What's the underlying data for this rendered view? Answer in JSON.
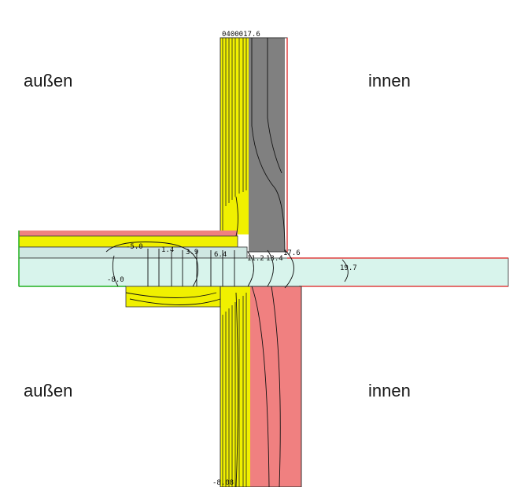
{
  "labels": {
    "outside_top": "außen",
    "inside_top": "innen",
    "outside_bottom": "außen",
    "inside_bottom": "innen"
  },
  "isotherms": {
    "top_edge": "0400017.6",
    "bottom_edge": "-8.08",
    "slab": [
      "-5.0",
      "1.4",
      "3.9",
      "6.4",
      "11.2",
      "13.4",
      "17.6",
      "19.7",
      "-8.0"
    ]
  },
  "materials": {
    "insulation": {
      "color": "#f0f000"
    },
    "concrete_wall": {
      "color": "#808080"
    },
    "masonry": {
      "color": "#f08080"
    },
    "slab": {
      "color": "#d8f4ec"
    },
    "render": {
      "color": "#e04040"
    }
  }
}
